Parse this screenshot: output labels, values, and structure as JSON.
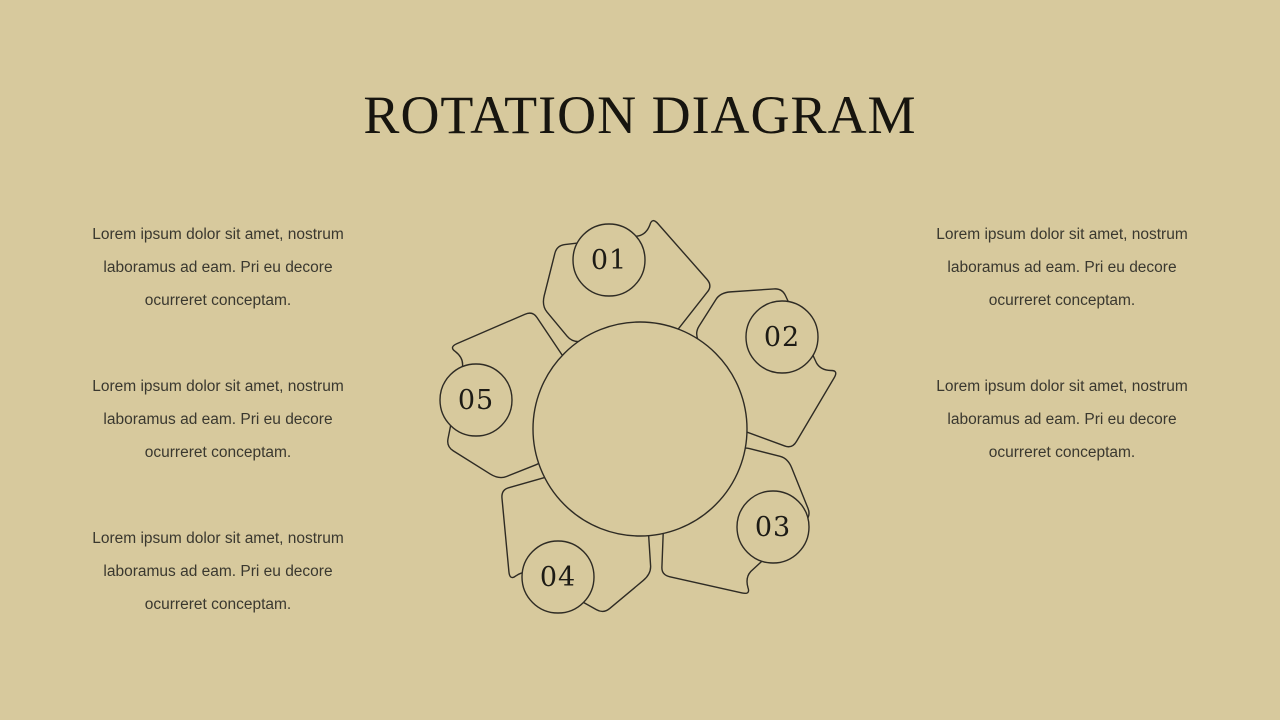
{
  "slide": {
    "title": "ROTATION DIAGRAM",
    "background_color": "#d7c99d",
    "outline_color": "#2e2b24",
    "title_color": "#17150f",
    "body_text_color": "#3a382f"
  },
  "diagram": {
    "type": "rotation-cycle",
    "direction": "clockwise",
    "steps": [
      {
        "label": "01"
      },
      {
        "label": "02"
      },
      {
        "label": "03"
      },
      {
        "label": "04"
      },
      {
        "label": "05"
      }
    ]
  },
  "text_blocks": {
    "left": [
      {
        "lines": [
          "Lorem ipsum dolor sit amet, nostrum",
          "laboramus ad eam. Pri eu decore",
          "ocurreret conceptam."
        ]
      },
      {
        "lines": [
          "Lorem ipsum dolor sit amet, nostrum",
          "laboramus ad eam. Pri eu decore",
          "ocurreret conceptam."
        ]
      },
      {
        "lines": [
          "Lorem ipsum dolor sit amet, nostrum",
          "laboramus ad eam. Pri eu decore",
          "ocurreret conceptam."
        ]
      }
    ],
    "right": [
      {
        "lines": [
          "Lorem ipsum dolor sit amet, nostrum",
          "laboramus ad eam. Pri eu decore",
          "ocurreret conceptam."
        ]
      },
      {
        "lines": [
          "Lorem ipsum dolor sit amet, nostrum",
          "laboramus ad eam. Pri eu decore",
          "ocurreret conceptam."
        ]
      }
    ]
  }
}
